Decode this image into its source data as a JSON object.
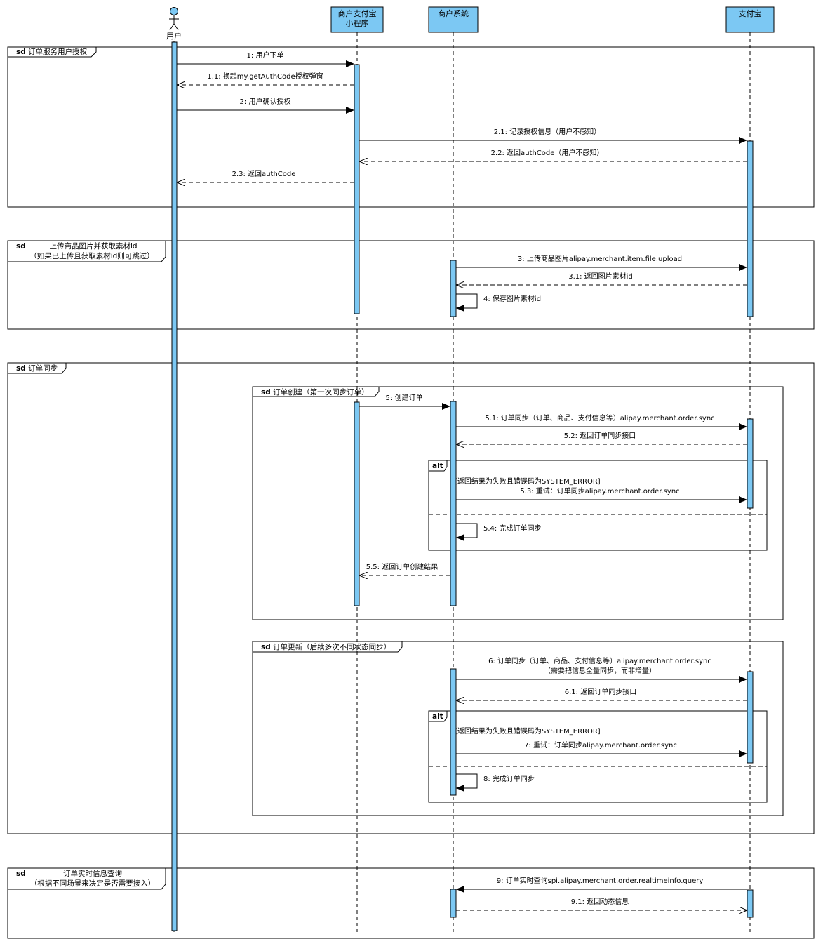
{
  "participants": {
    "user": "用户",
    "miniapp": [
      "商户支付宝",
      "小程序"
    ],
    "merchant": "商户系统",
    "alipay": "支付宝"
  },
  "frames": {
    "auth": {
      "kw": "sd",
      "title": "订单服务用户授权"
    },
    "upload": {
      "kw": "sd",
      "title": [
        "上传商品图片并获取素材id",
        "（如果已上传且获取素材id则可跳过）"
      ]
    },
    "sync": {
      "kw": "sd",
      "title": "订单同步"
    },
    "create": {
      "kw": "sd",
      "title": "订单创建（第一次同步订单）"
    },
    "alt1": {
      "kw": "alt",
      "guard": "[返回结果为失败且错误码为SYSTEM_ERROR]"
    },
    "update": {
      "kw": "sd",
      "title": "订单更新（后续多次不同状态同步）"
    },
    "alt2": {
      "kw": "alt",
      "guard": "[返回结果为失败且错误码为SYSTEM_ERROR]"
    },
    "query": {
      "kw": "sd",
      "title": [
        "订单实时信息查询",
        "（根据不同场景来决定是否需要接入）"
      ]
    }
  },
  "messages": [
    {
      "id": "m1",
      "label": "1: 用户下单",
      "type": "sync"
    },
    {
      "id": "m1_1",
      "label": "1.1: 换起my.getAuthCode授权弹窗",
      "type": "return"
    },
    {
      "id": "m2",
      "label": "2: 用户确认授权",
      "type": "sync"
    },
    {
      "id": "m2_1",
      "label": "2.1: 记录授权信息（用户不感知）",
      "type": "sync"
    },
    {
      "id": "m2_2",
      "label": "2.2: 返回authCode（用户不感知）",
      "type": "return"
    },
    {
      "id": "m2_3",
      "label": "2.3: 返回authCode",
      "type": "return"
    },
    {
      "id": "m3",
      "label": "3: 上传商品图片alipay.merchant.item.file.upload",
      "type": "sync"
    },
    {
      "id": "m3_1",
      "label": "3.1: 返回图片素材id",
      "type": "return"
    },
    {
      "id": "m4",
      "label": "4: 保存图片素材id",
      "type": "self"
    },
    {
      "id": "m5",
      "label": "5: 创建订单",
      "type": "sync"
    },
    {
      "id": "m5_1",
      "label": "5.1: 订单同步（订单、商品、支付信息等）alipay.merchant.order.sync",
      "type": "sync"
    },
    {
      "id": "m5_2",
      "label": "5.2: 返回订单同步接口",
      "type": "return"
    },
    {
      "id": "m5_3",
      "label": "5.3: 重试：订单同步alipay.merchant.order.sync",
      "type": "sync"
    },
    {
      "id": "m5_4",
      "label": "5.4: 完成订单同步",
      "type": "self"
    },
    {
      "id": "m5_5",
      "label": "5.5: 返回订单创建结果",
      "type": "return"
    },
    {
      "id": "m6",
      "label": [
        "6: 订单同步（订单、商品、支付信息等）alipay.merchant.order.sync",
        "（需要把信息全量同步，而非增量）"
      ],
      "type": "sync"
    },
    {
      "id": "m6_1",
      "label": "6.1: 返回订单同步接口",
      "type": "return"
    },
    {
      "id": "m7",
      "label": "7: 重试：订单同步alipay.merchant.order.sync",
      "type": "sync"
    },
    {
      "id": "m8",
      "label": "8: 完成订单同步",
      "type": "self"
    },
    {
      "id": "m9",
      "label": "9: 订单实时查询spi.alipay.merchant.order.realtimeinfo.query",
      "type": "sync"
    },
    {
      "id": "m9_1",
      "label": "9.1: 返回动态信息",
      "type": "return"
    }
  ],
  "colors": {
    "activation": "#7cc8f3",
    "line": "#000000"
  }
}
